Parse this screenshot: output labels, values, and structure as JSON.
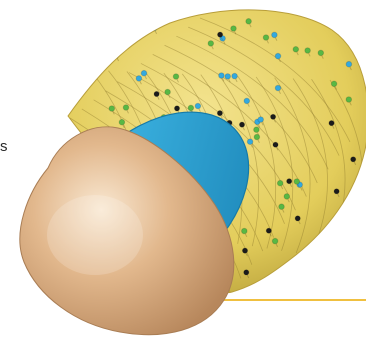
{
  "figure": {
    "edge_label": "s",
    "colors": {
      "cap": "#d7a77a",
      "cap_highlight": "#f7e4cb",
      "ring": "#2aa6d8",
      "body": "#e7d46b",
      "body_shadow": "#b09a35",
      "grid": "#8d7a2c",
      "baseline": "#f0c040"
    },
    "particle_colors": [
      "#33a9e0",
      "#58b844",
      "#1b1b1b"
    ],
    "particle_counts": {
      "blue": 28,
      "green": 40,
      "black": 26
    }
  }
}
